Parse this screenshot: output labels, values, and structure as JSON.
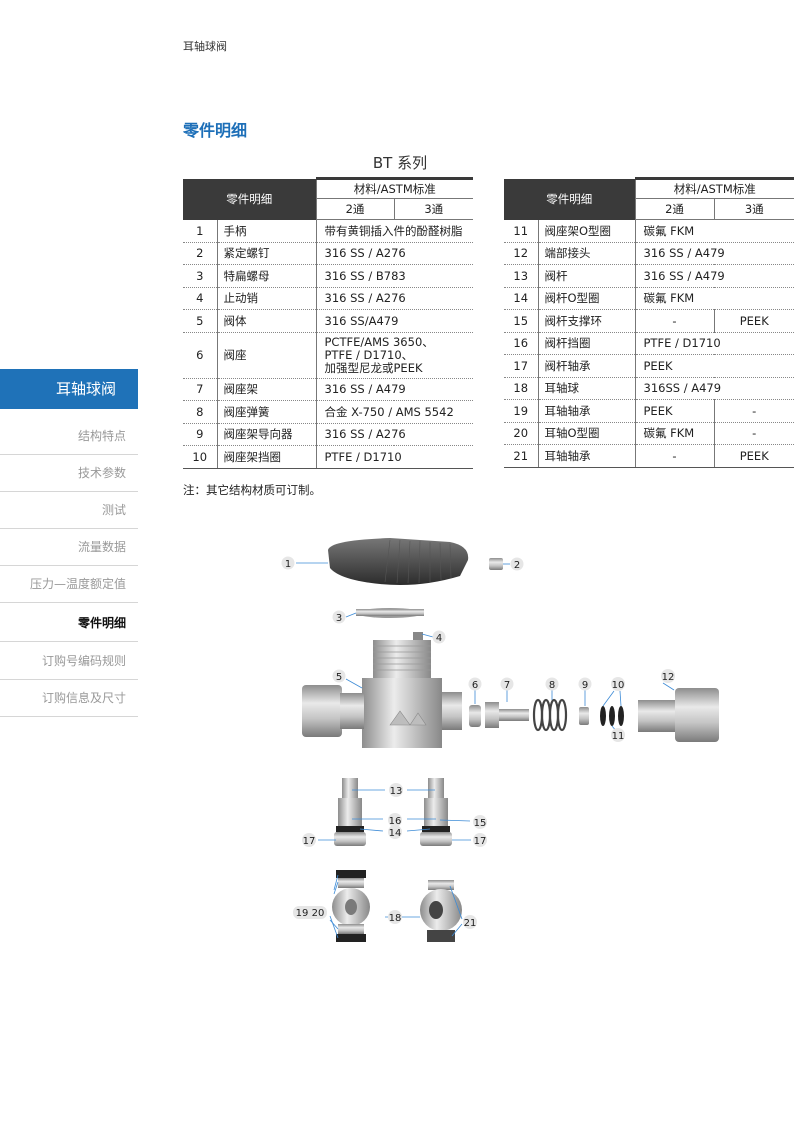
{
  "header": {
    "running_title": "耳轴球阀"
  },
  "section_title": "零件明细",
  "series_title": "BT 系列",
  "sidebar": {
    "active": "耳轴球阀",
    "items": [
      {
        "label": "结构特点"
      },
      {
        "label": "技术参数"
      },
      {
        "label": "测试"
      },
      {
        "label": "流量数据"
      },
      {
        "label": "压力—温度额定值"
      },
      {
        "label": "零件明细"
      },
      {
        "label": "订购号编码规则"
      },
      {
        "label": "订购信息及尺寸"
      }
    ]
  },
  "table_header": {
    "part": "零件明细",
    "material": "材料/ASTM标准",
    "two_way": "2通",
    "three_way": "3通"
  },
  "left_rows": [
    {
      "no": "1",
      "name": "手柄",
      "material": "带有黄铜插入件的酚醛树脂"
    },
    {
      "no": "2",
      "name": "紧定螺钉",
      "material": "316 SS / A276"
    },
    {
      "no": "3",
      "name": "特扁螺母",
      "material": "316 SS / B783"
    },
    {
      "no": "4",
      "name": "止动销",
      "material": "316 SS / A276"
    },
    {
      "no": "5",
      "name": "阀体",
      "material": "316 SS/A479"
    },
    {
      "no": "6",
      "name": "阀座",
      "material_lines": [
        "PCTFE/AMS 3650、",
        "PTFE / D1710、",
        "加强型尼龙或PEEK"
      ]
    },
    {
      "no": "7",
      "name": "阀座架",
      "material": "316 SS / A479"
    },
    {
      "no": "8",
      "name": "阀座弹簧",
      "material": "合金 X-750 / AMS 5542"
    },
    {
      "no": "9",
      "name": "阀座架导向器",
      "material": "316 SS / A276"
    },
    {
      "no": "10",
      "name": "阀座架挡圈",
      "material": "PTFE / D1710"
    }
  ],
  "right_rows": [
    {
      "no": "11",
      "name": "阀座架O型圈",
      "two": "碳氟 FKM",
      "three": ""
    },
    {
      "no": "12",
      "name": "端部接头",
      "two": "316 SS / A479",
      "three": ""
    },
    {
      "no": "13",
      "name": "阀杆",
      "two": "316 SS / A479",
      "three": ""
    },
    {
      "no": "14",
      "name": "阀杆O型圈",
      "two": "碳氟 FKM",
      "three": ""
    },
    {
      "no": "15",
      "name": "阀杆支撑环",
      "two": "-",
      "three": "PEEK"
    },
    {
      "no": "16",
      "name": "阀杆挡圈",
      "two": "PTFE / D1710",
      "three": ""
    },
    {
      "no": "17",
      "name": "阀杆轴承",
      "two": "PEEK",
      "three": ""
    },
    {
      "no": "18",
      "name": "耳轴球",
      "two": "316SS / A479",
      "three": ""
    },
    {
      "no": "19",
      "name": "耳轴轴承",
      "two": "PEEK",
      "three": "-"
    },
    {
      "no": "20",
      "name": "耳轴O型圈",
      "two": "碳氟 FKM",
      "three": "-"
    },
    {
      "no": "21",
      "name": "耳轴轴承",
      "two": "-",
      "three": "PEEK"
    }
  ],
  "note": "注：其它结构材质可订制。",
  "callouts": [
    "1",
    "2",
    "3",
    "4",
    "5",
    "6",
    "7",
    "8",
    "9",
    "10",
    "11",
    "12",
    "13",
    "14",
    "15",
    "16",
    "17",
    "18",
    "19",
    "20",
    "21"
  ],
  "callout_14": "14",
  "callout_16": "16",
  "callout_17": "17",
  "callout_19_20": "19 20"
}
